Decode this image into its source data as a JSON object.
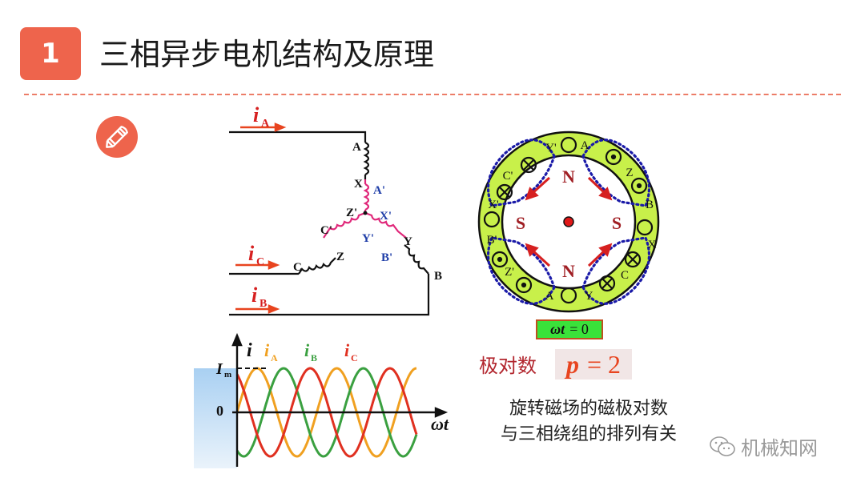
{
  "header": {
    "section_number": "1",
    "title": "三相异步电机结构及原理"
  },
  "icons": {
    "pencil": "pencil-icon",
    "wechat": "wechat-icon"
  },
  "colors": {
    "accent": "#ee644c",
    "divider": "#ec7d68",
    "stator_fill": "#c8f04a",
    "dotted_field": "#1a1aa8",
    "arrow_red": "#d62020",
    "winding_pink": "#e0287a",
    "label_blue": "#1f3ea8",
    "phase_A": "#f0a020",
    "phase_B": "#3aa040",
    "phase_C": "#e03020",
    "box_green": "#3ae23a",
    "red_text": "#b2262e"
  },
  "circuit": {
    "currents": {
      "iA": "i",
      "iA_sub": "A",
      "iB": "i",
      "iB_sub": "B",
      "iC": "i",
      "iC_sub": "C"
    },
    "terminals_black": [
      "A",
      "X",
      "Y",
      "B",
      "C",
      "Z"
    ],
    "terminals_blue": [
      "A'",
      "X'",
      "Y'",
      "B'",
      "Z'",
      "C'"
    ]
  },
  "stator": {
    "slot_labels": [
      "Y'",
      "A",
      "Z",
      "B",
      "X",
      "C",
      "Y",
      "A",
      "Z'",
      "B'",
      "X'",
      "C'"
    ],
    "poles": {
      "top": "N",
      "bottom": "N",
      "left": "S",
      "right": "S"
    },
    "condition_var": "ωt",
    "condition_eq": "= 0"
  },
  "pole_pairs": {
    "label": "极对数",
    "var": "p",
    "eq": "= 2"
  },
  "description": {
    "line1": "旋转磁场的磁极对数",
    "line2": "与三相绕组的排列有关"
  },
  "watermark": {
    "text": "机械知网"
  },
  "chart_data": {
    "type": "line",
    "title": "",
    "xlabel": "ωt",
    "ylabel": "i",
    "y_ticks": [
      "0",
      "Im"
    ],
    "legend": [
      "iA",
      "iB",
      "iC"
    ],
    "series": [
      {
        "name": "iA",
        "color": "#f0a020",
        "phase_deg": 0,
        "amplitude": 1
      },
      {
        "name": "iB",
        "color": "#3aa040",
        "phase_deg": -120,
        "amplitude": 1
      },
      {
        "name": "iC",
        "color": "#e03020",
        "phase_deg": 120,
        "amplitude": 1
      }
    ],
    "x_range_deg": [
      0,
      810
    ],
    "ylim": [
      -1,
      1
    ]
  }
}
